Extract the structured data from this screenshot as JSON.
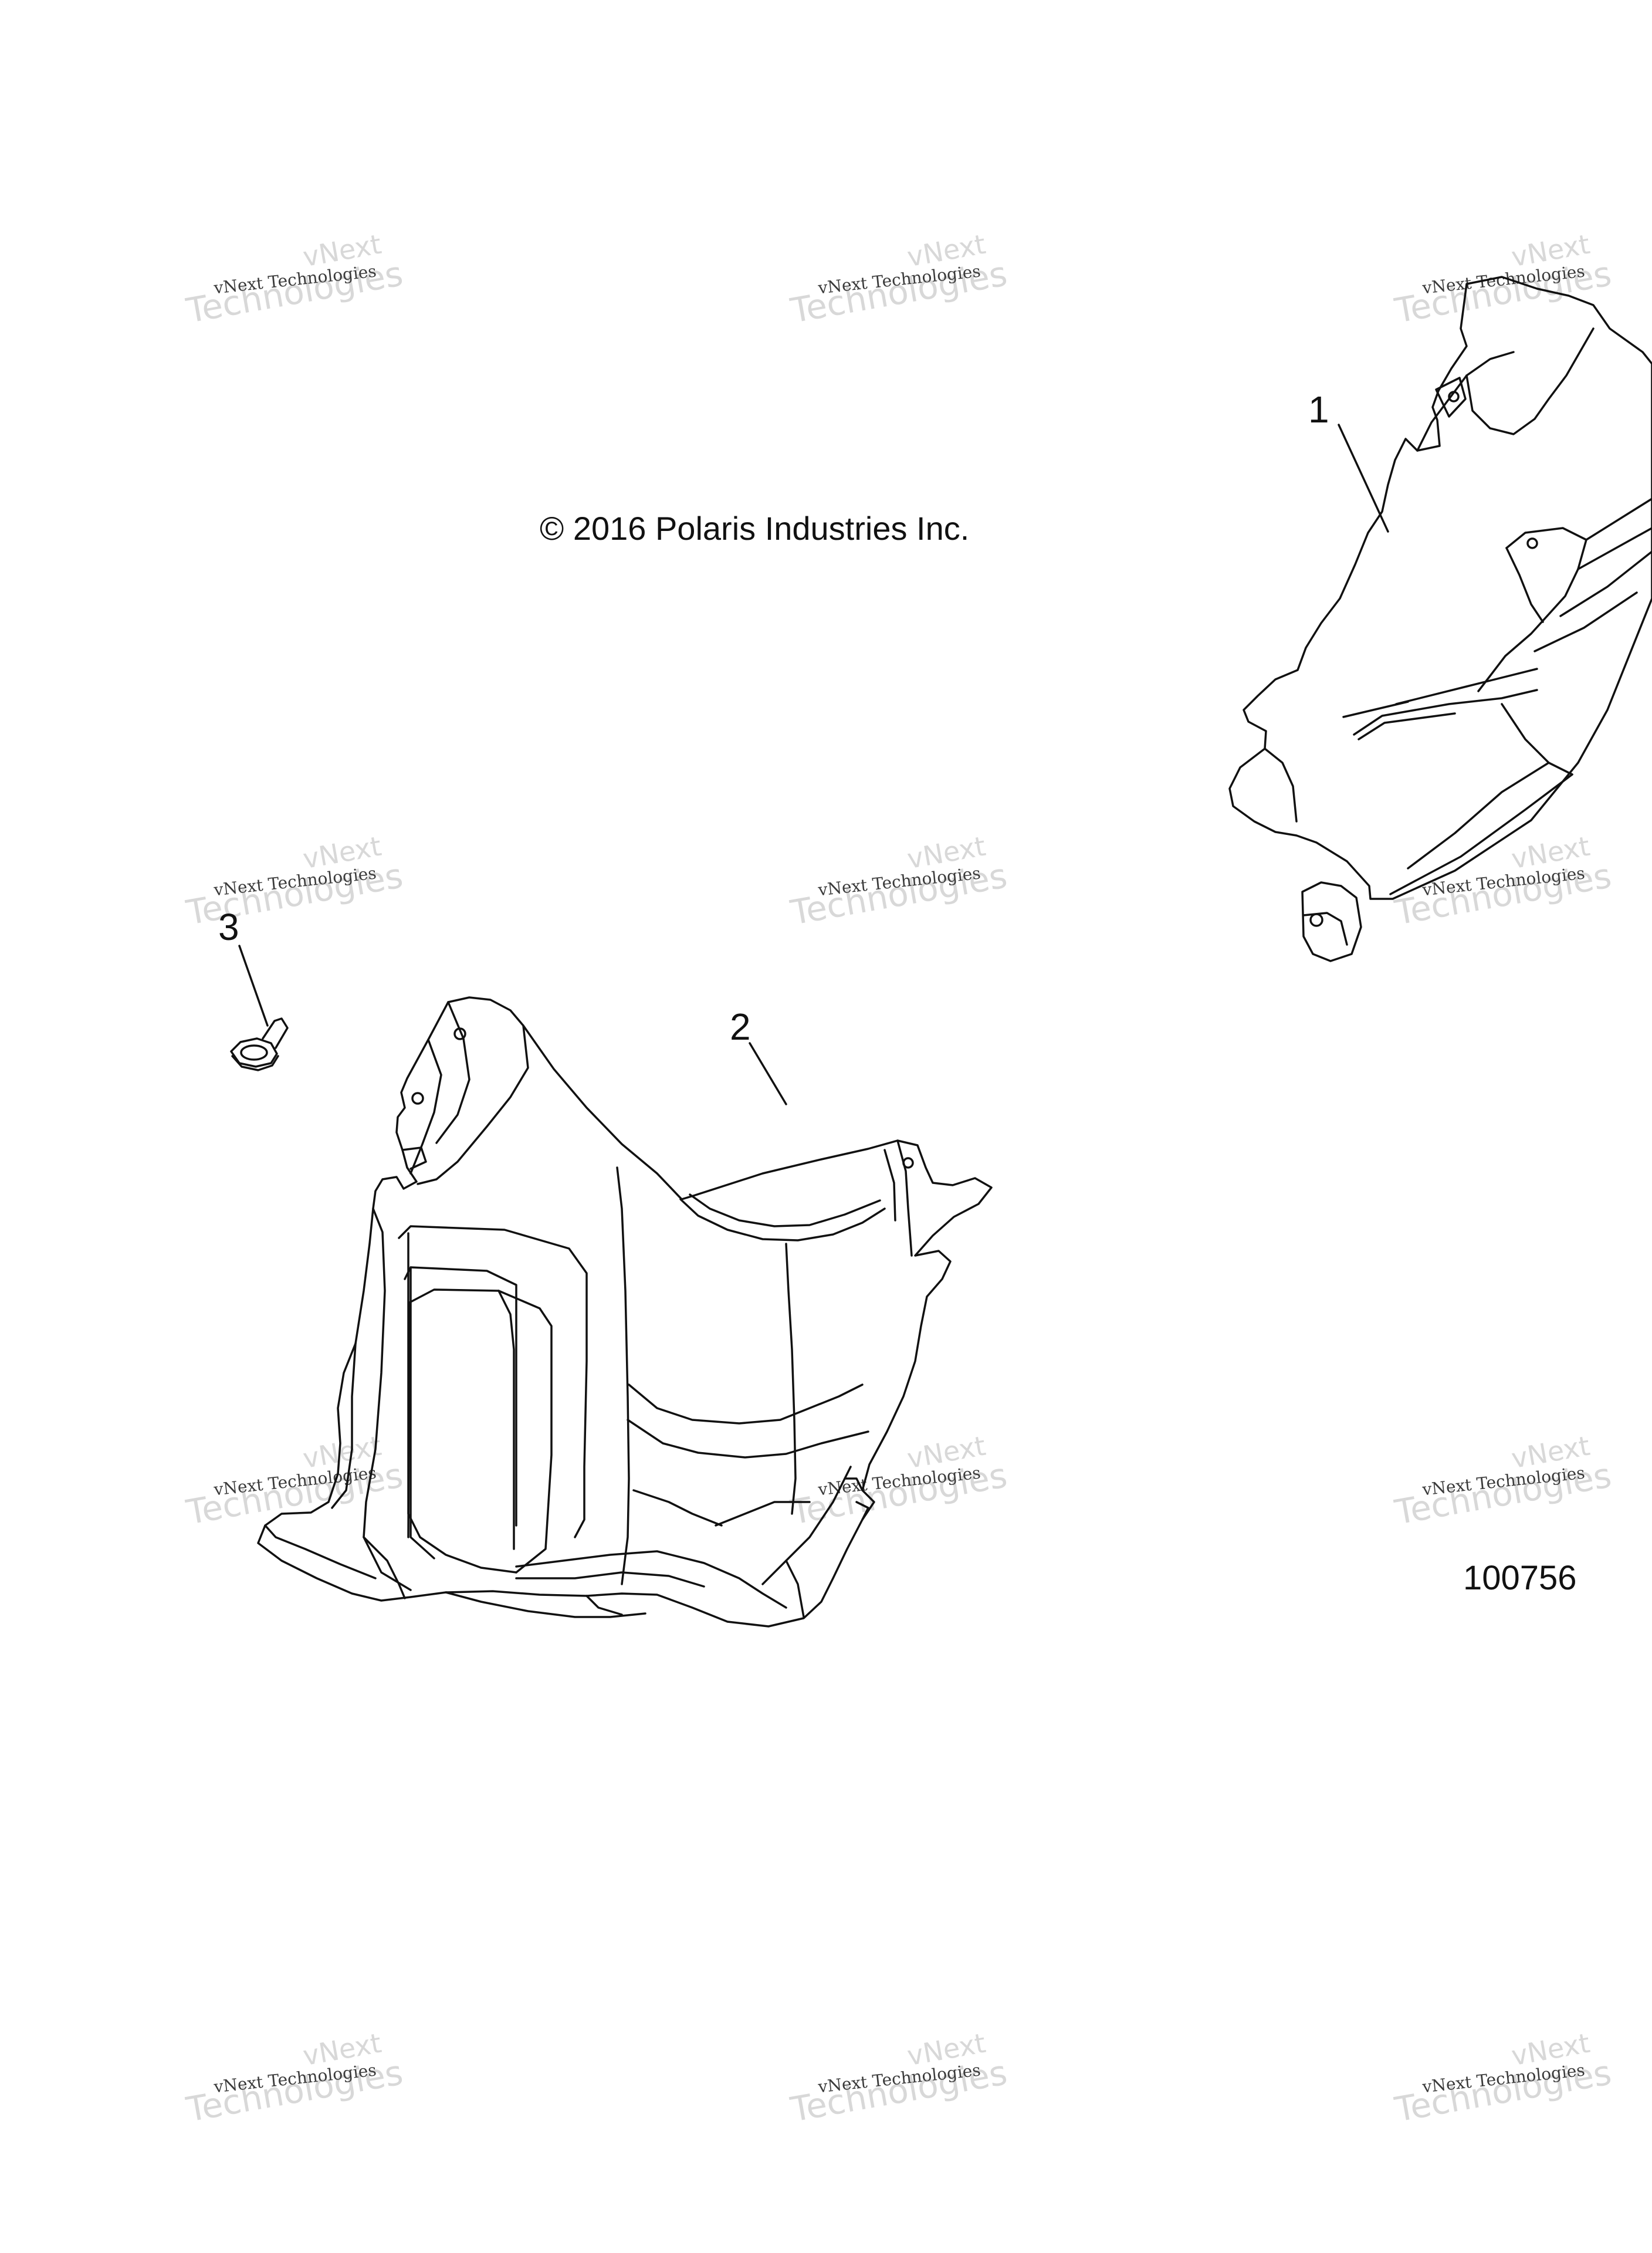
{
  "copyright": "© 2016 Polaris Industries Inc.",
  "figure_number": "100756",
  "callouts": {
    "part1": "1",
    "part2": "2",
    "part3": "3"
  },
  "watermark": {
    "line_small": "vNext Technologies",
    "line_top": "vNext",
    "line_big": "Technologies"
  },
  "colors": {
    "line": "#111111",
    "background": "#ffffff",
    "watermark": "#d8d8d8"
  }
}
